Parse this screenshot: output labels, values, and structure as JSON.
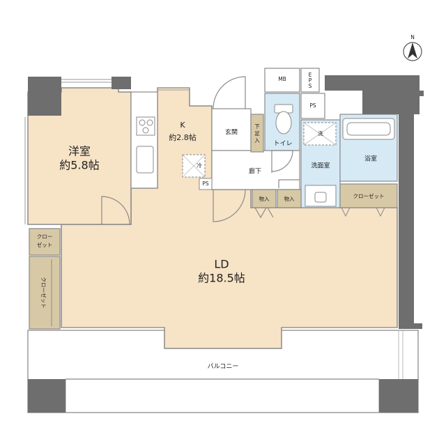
{
  "compass": {
    "label": "N"
  },
  "rooms": {
    "western_room": {
      "name": "洋室",
      "size": "約5.8帖"
    },
    "kitchen": {
      "name": "K",
      "size": "約2.8帖"
    },
    "ld": {
      "name": "LD",
      "size": "約18.5帖"
    },
    "entrance": {
      "name": "玄関"
    },
    "shoe_closet": {
      "name": "下足入"
    },
    "toilet": {
      "name": "トイレ"
    },
    "hallway": {
      "name": "廊下"
    },
    "washroom": {
      "name": "洗面室"
    },
    "bathroom": {
      "name": "浴室"
    },
    "storage_1": {
      "name": "物入"
    },
    "storage_2": {
      "name": "物入"
    },
    "closet_right": {
      "name": "クローゼット"
    },
    "closet_small": {
      "line1": "クロー",
      "line2": "ゼット"
    },
    "closet_vertical": {
      "name": "クローゼット"
    },
    "balcony": {
      "name": "バルコニー"
    }
  },
  "fixtures": {
    "mb": "MB",
    "eps": "EPS",
    "ps_top": "PS",
    "ps_kitchen": "PS",
    "fridge": "冷",
    "washer": "洗"
  },
  "colors": {
    "floor": "#f7e3c6",
    "closet": "#d8c9a6",
    "wet_area": "#d6eaf6",
    "plain_room": "#ffffff",
    "wall": "#6e6e6e",
    "outline": "#999999"
  }
}
